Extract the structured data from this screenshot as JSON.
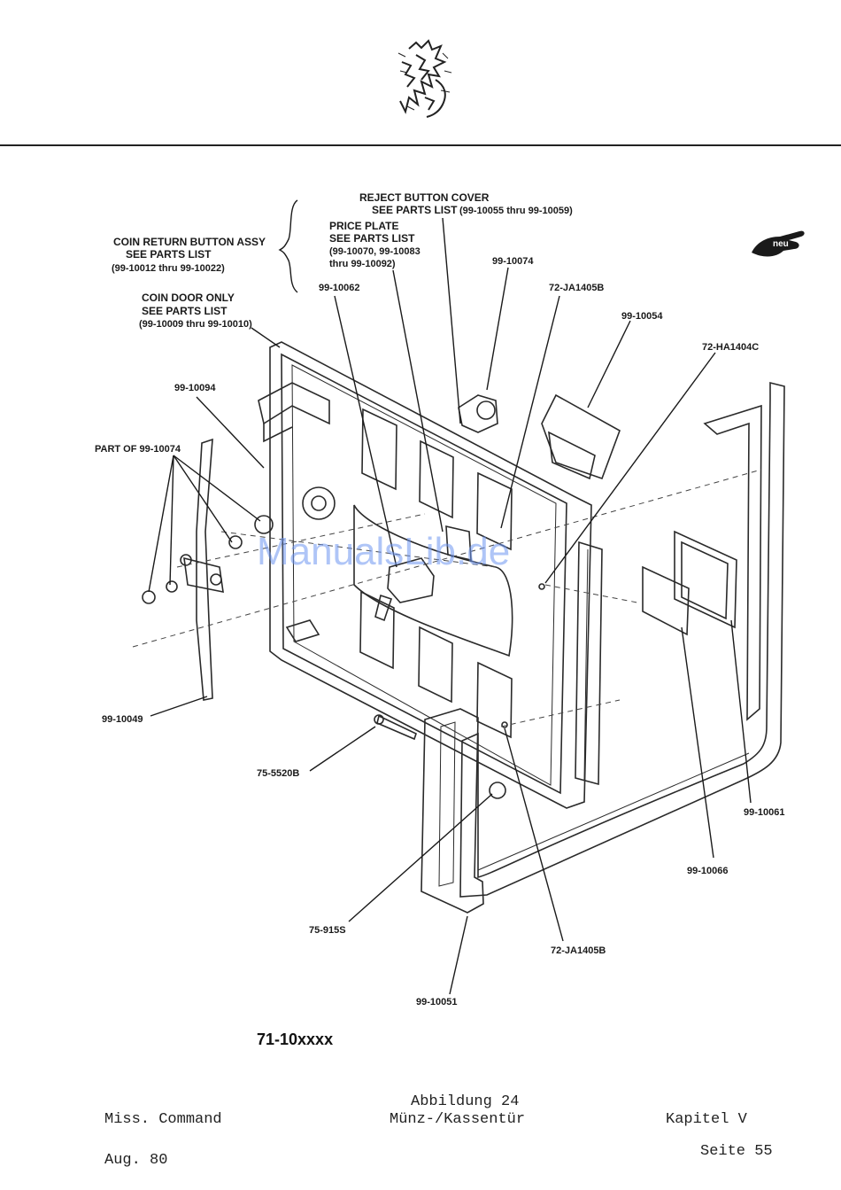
{
  "labels": {
    "reject_cover_1": "REJECT BUTTON COVER",
    "reject_cover_2": "SEE PARTS LIST",
    "reject_cover_3": "(99-10055 thru 99-10059)",
    "price_plate_1": "PRICE PLATE",
    "price_plate_2": "SEE PARTS LIST",
    "price_plate_3": "(99-10070, 99-10083",
    "price_plate_4": "thru 99-10092)",
    "coin_return_1": "COIN RETURN BUTTON ASSY",
    "coin_return_2": "SEE PARTS LIST",
    "coin_return_3": "(99-10012 thru 99-10022)",
    "coin_door_1": "COIN DOOR ONLY",
    "coin_door_2": "SEE PARTS LIST",
    "coin_door_3": "(99-10009 thru 99-10010)",
    "p_99_10062": "99-10062",
    "p_99_10074": "99-10074",
    "p_72_ja1405b_top": "72-JA1405B",
    "p_99_10054": "99-10054",
    "p_72_ha1404c": "72-HA1404C",
    "p_99_10094": "99-10094",
    "part_of": "PART OF 99-10074",
    "p_99_10049": "99-10049",
    "p_75_5520b": "75-5520B",
    "p_99_10061": "99-10061",
    "p_99_10066": "99-10066",
    "p_75_915s": "75-915S",
    "p_72_ja1405b_bottom": "72-JA1405B",
    "p_99_10051": "99-10051"
  },
  "assembly_number": "71-10xxxx",
  "stamp_text": "neu",
  "watermark": "ManualsLib.de",
  "footer": {
    "figure": "Abbildung 24",
    "figure_title": "Münz-/Kassentür",
    "machine": "Miss. Command",
    "chapter": "Kapitel   V",
    "date": "Aug. 80",
    "page": "Seite   55"
  },
  "icons": {
    "logo": "heraldic-lion-logo",
    "stamp": "pointing-hand-stamp"
  }
}
